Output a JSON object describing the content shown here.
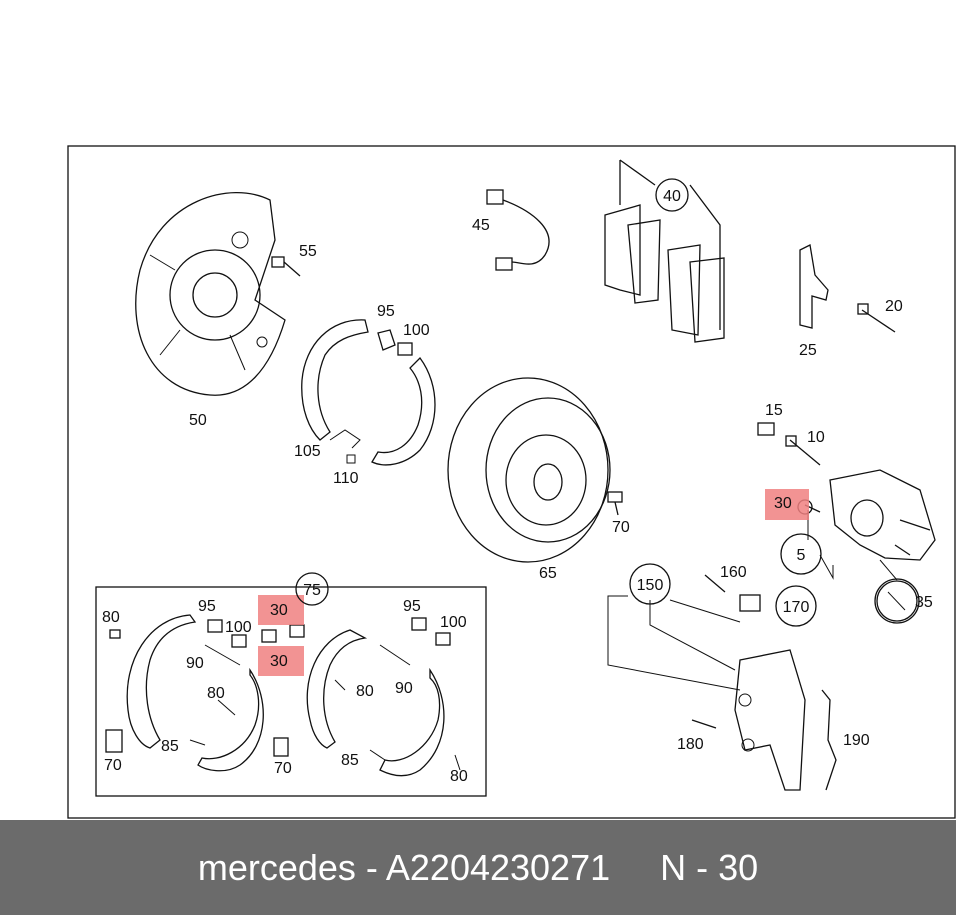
{
  "footer": {
    "text": "mercedes - A2204230271     N - 30"
  },
  "callouts": {
    "c40": "40",
    "c45": "45",
    "c55": "55",
    "c50": "50",
    "c95a": "95",
    "c100a": "100",
    "c105": "105",
    "c110": "110",
    "c20": "20",
    "c25": "25",
    "c15": "15",
    "c10": "10",
    "c30a": "30",
    "c5": "5",
    "c35": "35",
    "c65": "65",
    "c70a": "70",
    "c75": "75",
    "c160": "160",
    "c150": "150",
    "c170": "170",
    "c180": "180",
    "c190": "190",
    "c80a": "80",
    "c95b": "95",
    "c100b": "100",
    "c30b": "30",
    "c30c": "30",
    "c90a": "90",
    "c80b": "80",
    "c85a": "85",
    "c70b": "70",
    "c70c": "70",
    "c95c": "95",
    "c100c": "100",
    "c80c": "80",
    "c90b": "90",
    "c85b": "85",
    "c80d": "80"
  },
  "highlight_color": "#f08080"
}
